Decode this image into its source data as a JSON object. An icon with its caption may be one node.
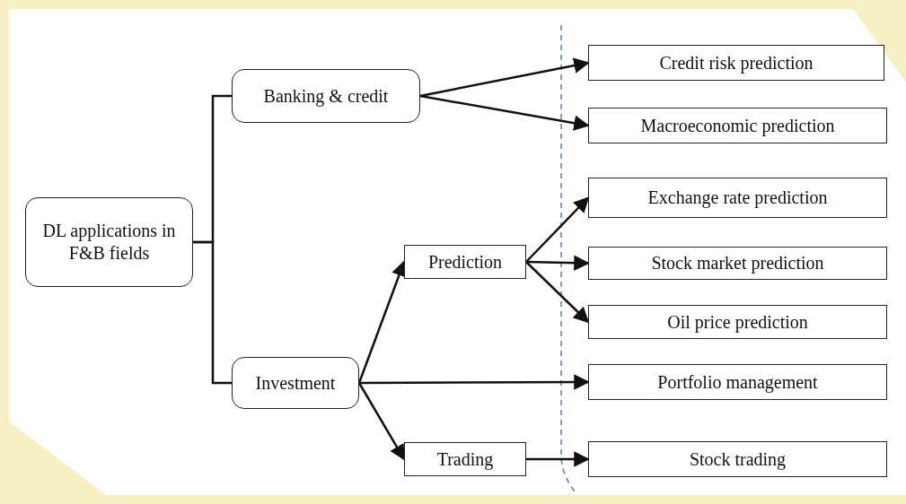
{
  "diagram": {
    "nodes": [
      {
        "text": [
          "DL applications in F&B fields"
        ]
      },
      {
        "text": [
          "Banking & credit"
        ]
      },
      {
        "text": [
          "Investment"
        ]
      },
      {
        "text": [
          "Prediction"
        ]
      },
      {
        "text": [
          "Trading"
        ]
      },
      {
        "text": [
          "Credit risk prediction"
        ]
      },
      {
        "text": [
          "Macroeconomic prediction"
        ]
      },
      {
        "text": [
          "Exchange rate prediction"
        ]
      },
      {
        "text": [
          "Stock market prediction"
        ]
      },
      {
        "text": [
          "Oil price prediction"
        ]
      },
      {
        "text": [
          "Portfolio management"
        ]
      },
      {
        "text": [
          "Stock trading"
        ]
      }
    ],
    "edges": [
      {
        "from": 0,
        "to": 1,
        "arrow": "none"
      },
      {
        "from": 0,
        "to": 2,
        "arrow": "none"
      },
      {
        "from": 1,
        "to": 5,
        "arrow": "to"
      },
      {
        "from": 1,
        "to": 6,
        "arrow": "to"
      },
      {
        "from": 2,
        "to": 3,
        "arrow": "to"
      },
      {
        "from": 2,
        "to": 10,
        "arrow": "to"
      },
      {
        "from": 2,
        "to": 4,
        "arrow": "to"
      },
      {
        "from": 3,
        "to": 7,
        "arrow": "to"
      },
      {
        "from": 3,
        "to": 8,
        "arrow": "to"
      },
      {
        "from": 3,
        "to": 9,
        "arrow": "to"
      },
      {
        "from": 4,
        "to": 11,
        "arrow": "to"
      }
    ]
  }
}
